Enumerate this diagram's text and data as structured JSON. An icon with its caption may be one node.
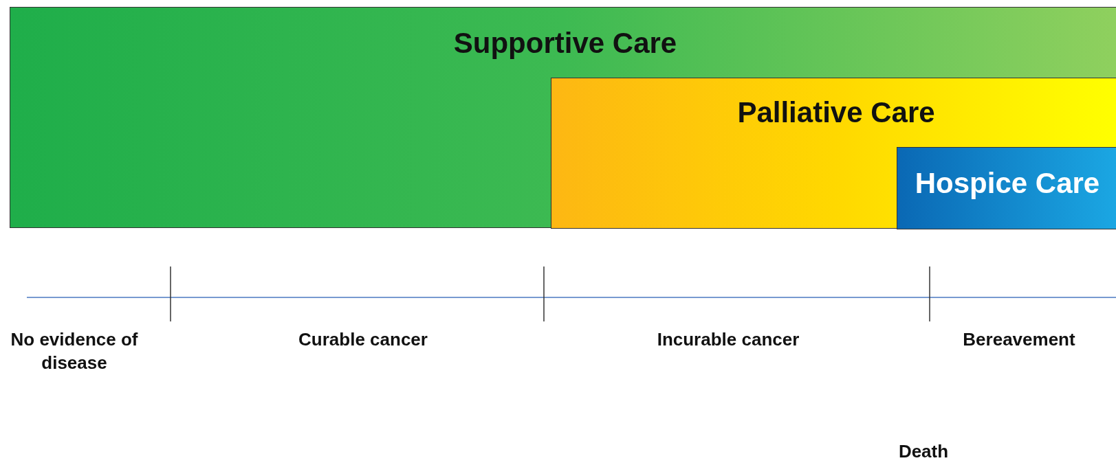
{
  "diagram": {
    "nodes": [
      {
        "text": [
          "Supportive Care"
        ]
      },
      {
        "text": [
          "Palliative Care"
        ],
        "in": 0
      },
      {
        "text": [
          "Hospice Care"
        ],
        "in": 1
      }
    ],
    "labels": [
      "No evidence of disease",
      "Curable cancer",
      "Incurable cancer",
      "Bereavement",
      "Death"
    ]
  }
}
